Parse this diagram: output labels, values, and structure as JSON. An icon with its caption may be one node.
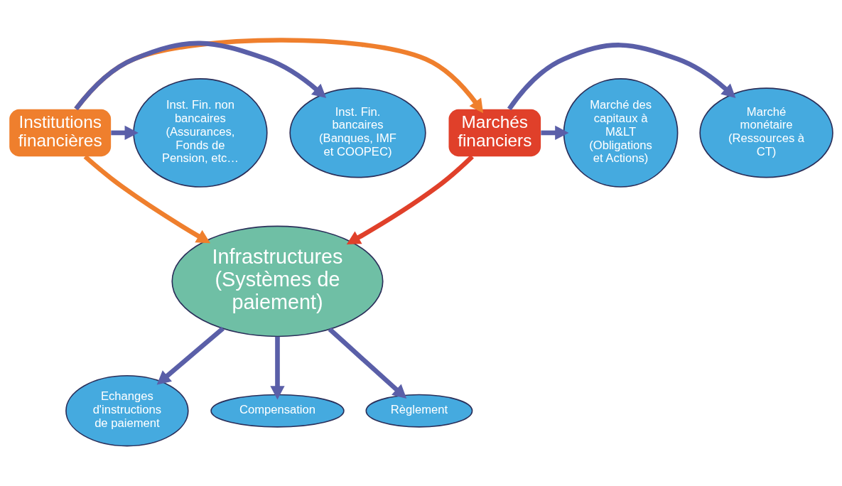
{
  "diagram": {
    "nodes": [
      {
        "text": [
          "Institutions financières"
        ]
      },
      {
        "text": [
          "Marchés financiers"
        ]
      },
      {
        "text": [
          "Inst. Fin. bancaires (Banques, IMF et COOPEC)"
        ]
      },
      {
        "text": [
          "Inst. Fin. non bancaires (Assurances, Fonds de Pension, etc…"
        ]
      },
      {
        "text": [
          "Marché monétaire (Ressources à CT)"
        ]
      },
      {
        "text": [
          "Marché des capitaux à M&LT (Obligations et Actions)"
        ]
      },
      {
        "text": [
          "Infrastructures (Systèmes de paiement)"
        ]
      },
      {
        "text": [
          "Echanges d'instructions de paiement"
        ]
      },
      {
        "text": [
          "Compensation"
        ]
      },
      {
        "text": [
          "Règlement"
        ]
      }
    ],
    "edges": [
      {
        "from": 0,
        "to": 2,
        "arrow": "to"
      },
      {
        "from": 0,
        "to": 3,
        "arrow": "to"
      },
      {
        "from": 0,
        "to": 1,
        "arrow": "to",
        "color": "#ef7f2d"
      },
      {
        "from": 1,
        "to": 4,
        "arrow": "to"
      },
      {
        "from": 1,
        "to": 5,
        "arrow": "to"
      },
      {
        "from": 0,
        "to": 6,
        "arrow": "to",
        "color": "#ef7f2d"
      },
      {
        "from": 1,
        "to": 6,
        "arrow": "to",
        "color": "#e0402a"
      },
      {
        "from": 6,
        "to": 7,
        "arrow": "to"
      },
      {
        "from": 6,
        "to": 8,
        "arrow": "to"
      },
      {
        "from": 6,
        "to": 9,
        "arrow": "to"
      }
    ]
  }
}
